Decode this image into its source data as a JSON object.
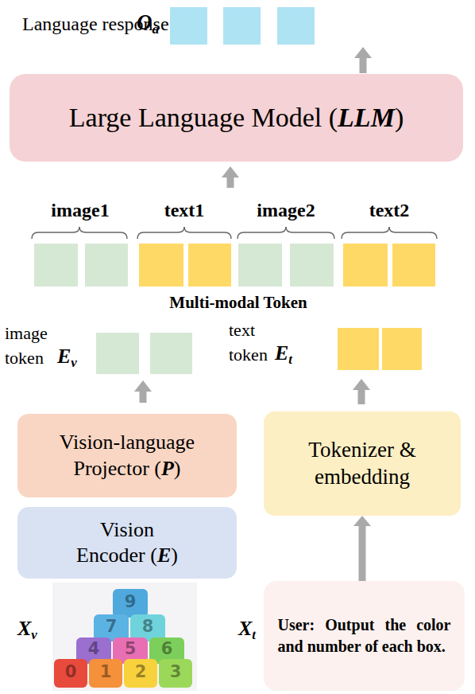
{
  "diagram": {
    "nodes": [
      {
        "text": [
          "Large Language Model (LLM)"
        ]
      },
      {
        "text": [
          "Vision-language Projector (P)"
        ]
      },
      {
        "text": [
          "Tokenizer & embedding"
        ]
      },
      {
        "text": [
          "Vision Encoder (E)"
        ]
      },
      {
        "text": [
          "User: Output the color and number of each box."
        ]
      }
    ],
    "edges": [
      {
        "from": 4,
        "to": 2,
        "arrow": "to"
      }
    ],
    "labels": [
      "Language response",
      "Oa",
      "image1",
      "text1",
      "image2",
      "text2",
      "Multi-modal Token",
      "image token",
      "Ev",
      "text token",
      "Et",
      "Xv",
      "Xt",
      "9",
      "7",
      "8",
      "4",
      "5",
      "6",
      "0",
      "1",
      "2",
      "3"
    ]
  }
}
